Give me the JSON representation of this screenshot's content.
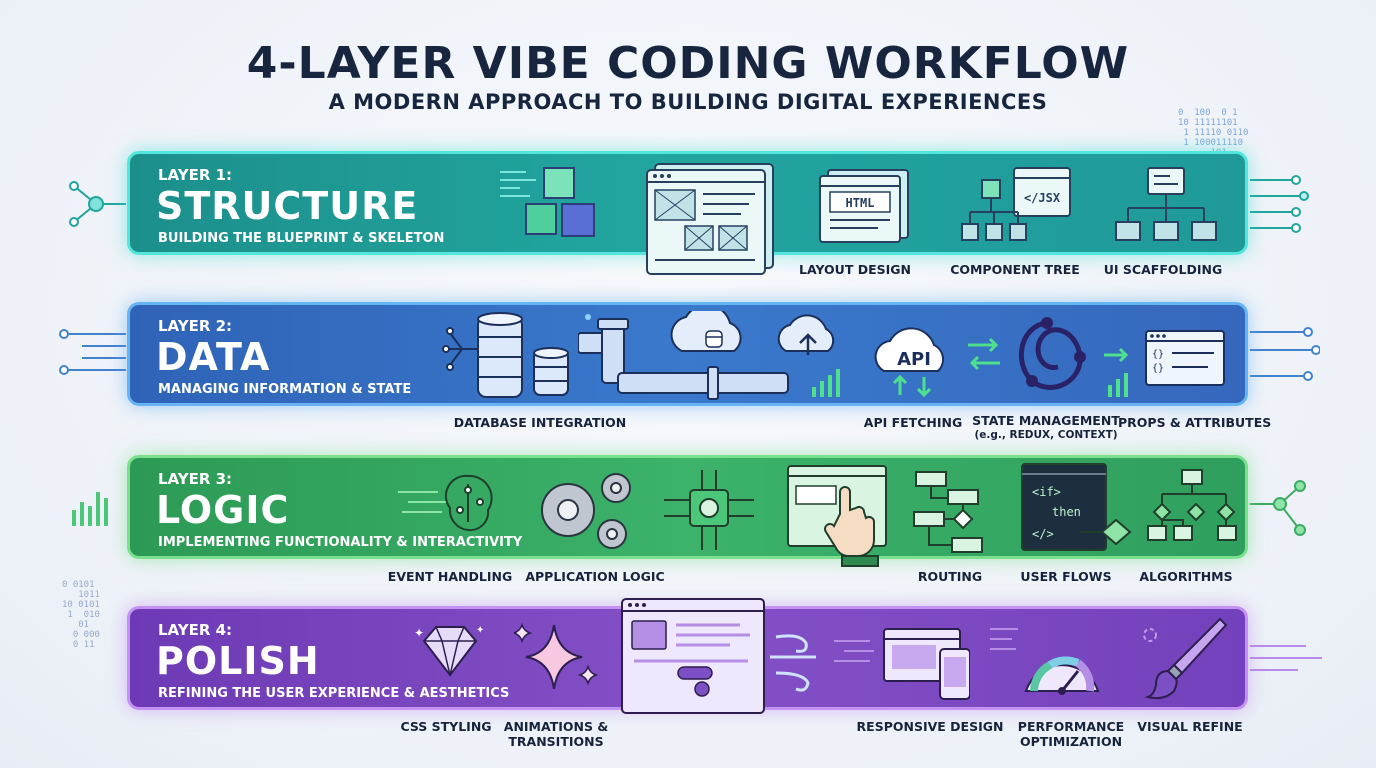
{
  "title": "4-LAYER VIBE CODING WORKFLOW",
  "subtitle": "A MODERN APPROACH TO BUILDING DIGITAL EXPERIENCES",
  "layers": [
    {
      "label": "LAYER 1:",
      "name": "STRUCTURE",
      "description": "BUILDING THE BLUEPRINT & SKELETON",
      "items": [
        "LAYOUT DESIGN",
        "COMPONENT TREE",
        "UI SCAFFOLDING"
      ],
      "icon_texts": {
        "html": "HTML",
        "jsx": "</JSX"
      }
    },
    {
      "label": "LAYER 2:",
      "name": "DATA",
      "description": "MANAGING INFORMATION & STATE",
      "items": [
        "DATABASE INTEGRATION",
        "API FETCHING",
        "STATE MANAGEMENT",
        "PROPS & ATTRIBUTES"
      ],
      "state_note": "(e.g., REDUX, CONTEXT)",
      "icon_texts": {
        "api": "API"
      }
    },
    {
      "label": "LAYER 3:",
      "name": "LOGIC",
      "description": "IMPLEMENTING FUNCTIONALITY & INTERACTIVITY",
      "items": [
        "EVENT HANDLING",
        "APPLICATION LOGIC",
        "ROUTING",
        "USER FLOWS",
        "ALGORITHMS"
      ],
      "icon_texts": {
        "if": "<if>",
        "then": "then",
        "close": "</>"
      }
    },
    {
      "label": "LAYER 4:",
      "name": "POLISH",
      "description": "REFINING THE USER EXPERIENCE & AESTHETICS",
      "items": [
        "CSS STYLING",
        "ANIMATIONS &",
        "TRANSITIONS",
        "RESPONSIVE DESIGN",
        "PERFORMANCE",
        "OPTIMIZATION",
        "VISUAL REFINE"
      ]
    }
  ],
  "binary_top": "0  100  0 1\n10 11111101\n 1 11110 0110\n 1 100011110\n      101\n       0 1",
  "binary_bottom": "0 0101\n   1011\n10 0101\n 1  010\n   01\n  0 000\n  0 11",
  "colors": {
    "title": "#17253f",
    "structure": "#22a59f",
    "data": "#3a79cc",
    "logic": "#3cb26a",
    "polish": "#8451c7"
  }
}
